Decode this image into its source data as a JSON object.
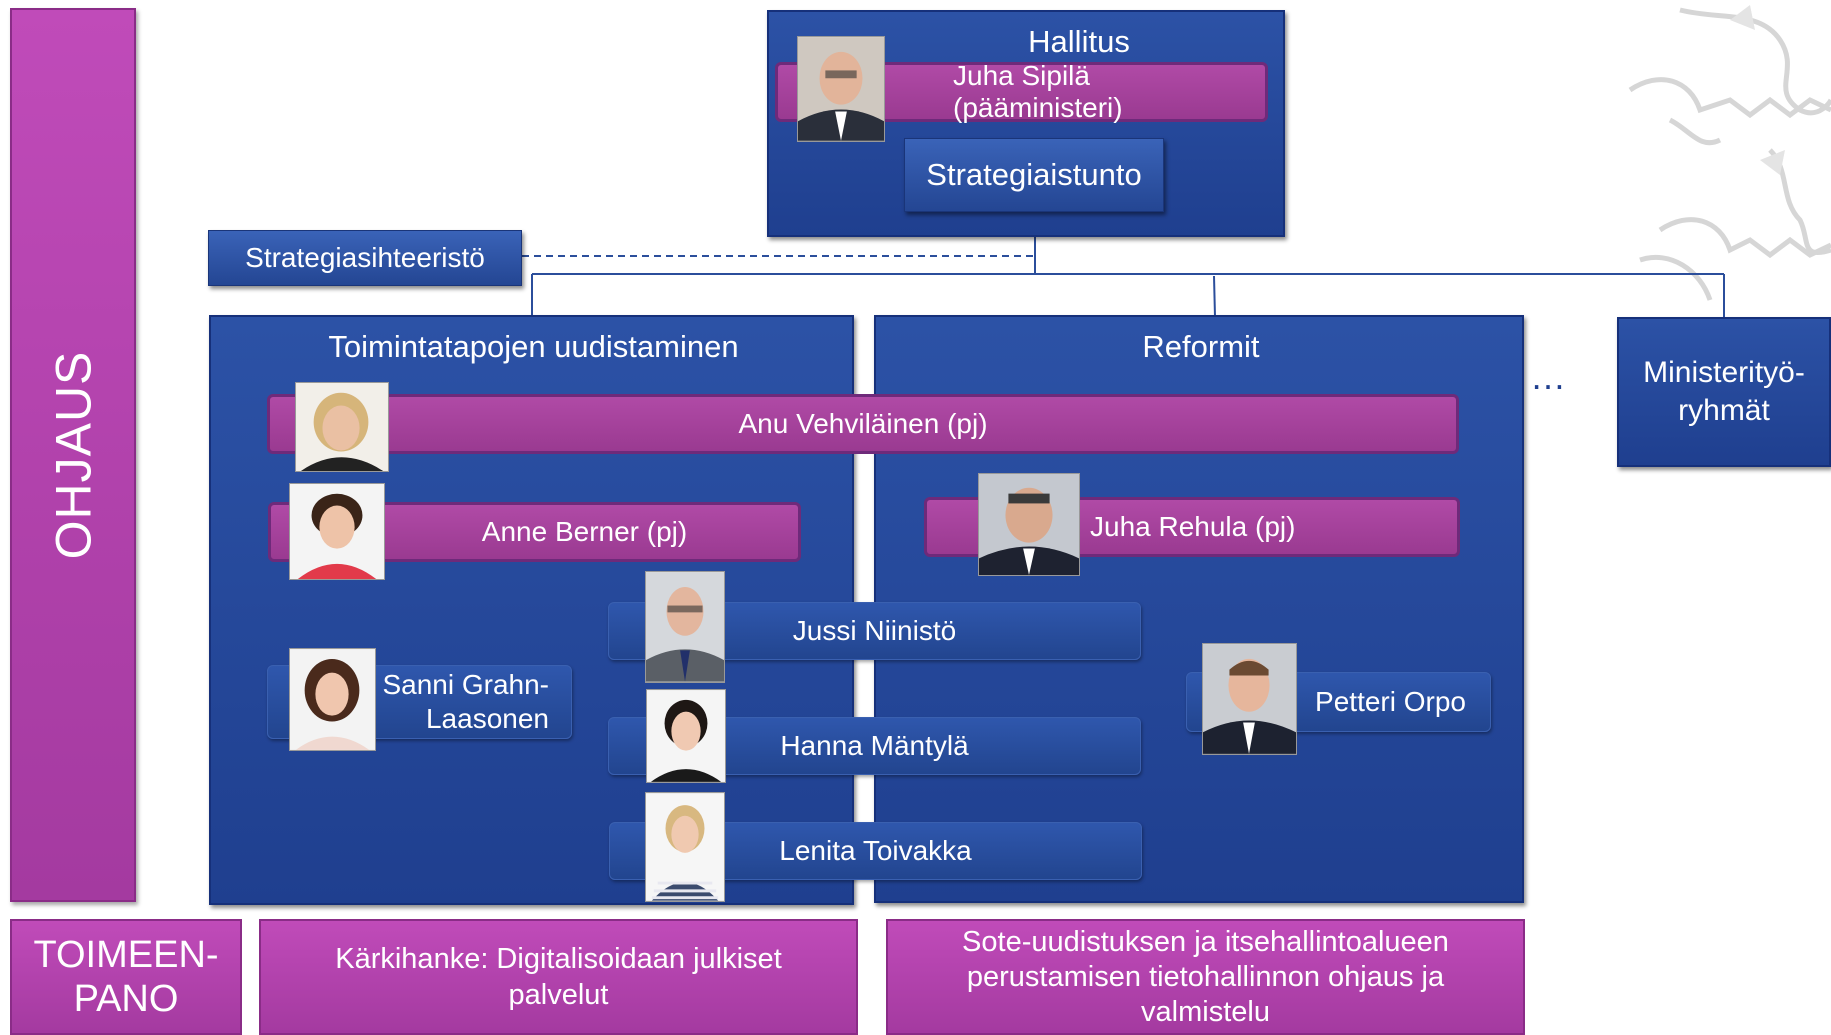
{
  "ohjaus": "OHJAUS",
  "hallitus": {
    "title": "Hallitus",
    "pm": "Juha Sipilä (pääministeri)",
    "session": "Strategiaistunto"
  },
  "secretariat": "Strategiasihteeristö",
  "group1": {
    "title": "Toimintatapojen uudistaminen"
  },
  "group2": {
    "title": "Reformit"
  },
  "shared_chair": "Anu Vehviläinen (pj)",
  "ellipsis": "…",
  "ministry_groups": "Ministerityö-\nryhmät",
  "members": {
    "berner": "Anne Berner (pj)",
    "rehula": "Juha Rehula (pj)",
    "niinisto": "Jussi Niinistö",
    "grahn": "Sanni Grahn-\nLaasonen",
    "mantyla": "Hanna Mäntylä",
    "orpo": "Petteri Orpo",
    "toivakka": "Lenita Toivakka"
  },
  "bottom": {
    "toimeenpano": "TOIMEEN-\nPANO",
    "karkihanke": "Kärkihanke: Digitalisoidaan julkiset palvelut",
    "sote": "Sote-uudistuksen ja itsehallintoalueen perustamisen tietohallinnon ohjaus ja valmistelu"
  },
  "colors": {
    "blue": "#244693",
    "pink": "#a9439f",
    "purple": "#b443ad",
    "line": "#2b4e9b"
  }
}
